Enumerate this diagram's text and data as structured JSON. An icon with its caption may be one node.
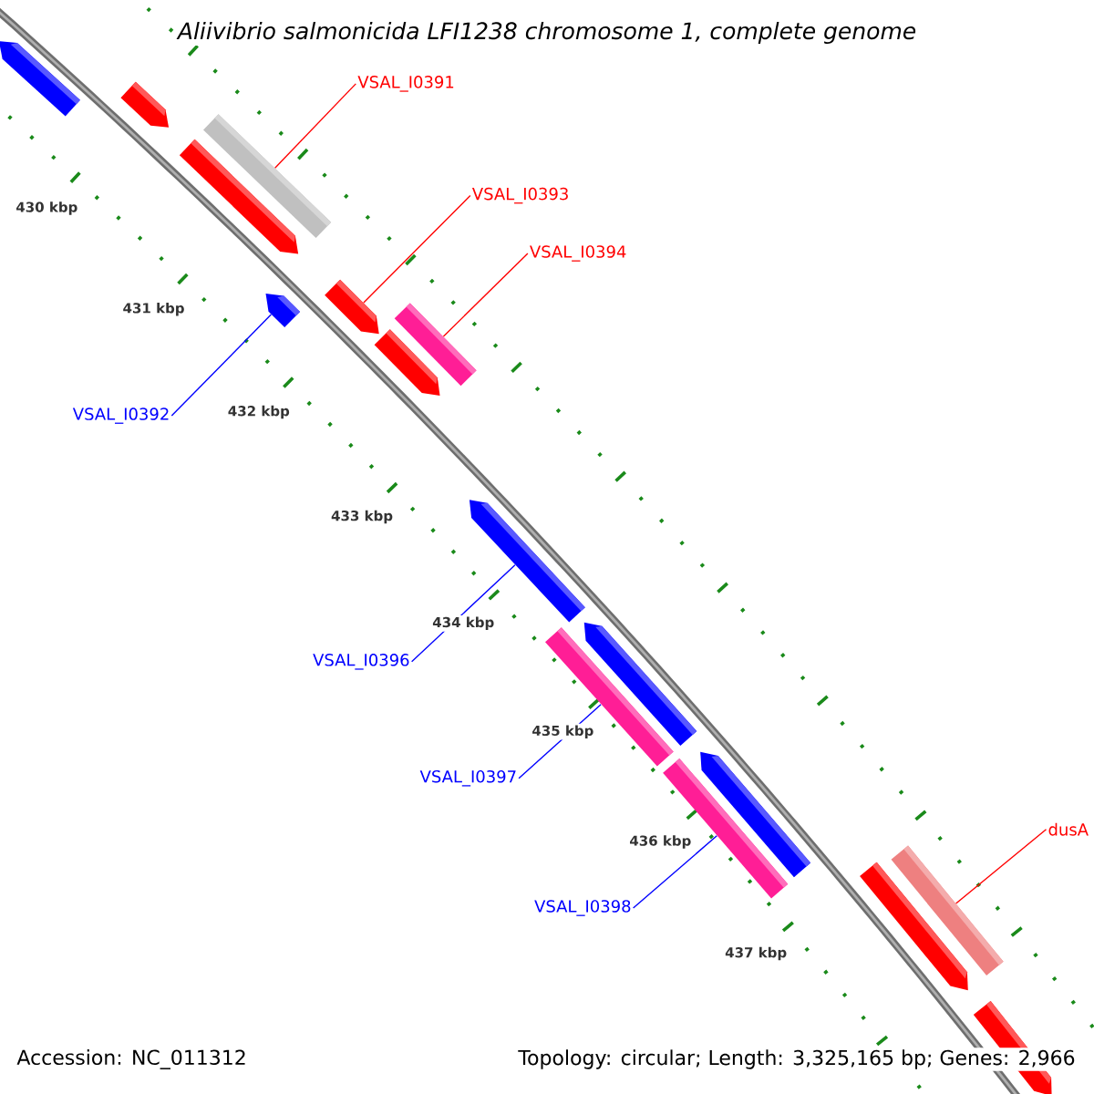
{
  "diagram": {
    "title": "Aliivibrio salmonicida LFI1238 chromosome 1, complete genome",
    "nodes": [
      {
        "text": [
          "VSAL_I0391"
        ]
      },
      {
        "text": [
          "VSAL_I0393"
        ]
      },
      {
        "text": [
          "VSAL_I0394"
        ]
      },
      {
        "text": [
          "VSAL_I0392"
        ]
      },
      {
        "text": [
          "VSAL_I0396"
        ]
      },
      {
        "text": [
          "VSAL_I0397"
        ]
      },
      {
        "text": [
          "VSAL_I0398"
        ]
      },
      {
        "text": [
          "dusA"
        ]
      },
      {
        "text": [],
        "shape": "pentagon"
      },
      {
        "text": [],
        "shape": "pentagon"
      },
      {
        "text": [],
        "shape": "bar"
      },
      {
        "text": [],
        "shape": "pentagon"
      },
      {
        "text": [],
        "shape": "pentagon"
      },
      {
        "text": [],
        "shape": "pentagon"
      },
      {
        "text": [],
        "shape": "bar"
      },
      {
        "text": [],
        "shape": "pentagon"
      },
      {
        "text": [],
        "shape": "pentagon"
      },
      {
        "text": [],
        "shape": "bar"
      },
      {
        "text": [],
        "shape": "pentagon"
      },
      {
        "text": [],
        "shape": "bar"
      },
      {
        "text": [],
        "shape": "pentagon"
      },
      {
        "text": [],
        "shape": "bar"
      },
      {
        "text": [],
        "shape": "pentagon"
      },
      {
        "text": [],
        "shape": "pentagon"
      }
    ],
    "edges": [
      {
        "from": 0,
        "to": 10,
        "arrow": "none",
        "color": "#ff0000"
      },
      {
        "from": 1,
        "to": 13,
        "arrow": "none",
        "color": "#ff0000"
      },
      {
        "from": 2,
        "to": 14,
        "arrow": "none",
        "color": "#ff0000"
      },
      {
        "from": 3,
        "to": 12,
        "arrow": "none",
        "color": "#0000ff"
      },
      {
        "from": 4,
        "to": 16,
        "arrow": "none",
        "color": "#0000ff"
      },
      {
        "from": 5,
        "to": 17,
        "arrow": "none",
        "color": "#0000ff"
      },
      {
        "from": 6,
        "to": 19,
        "arrow": "none",
        "color": "#0000ff"
      },
      {
        "from": 7,
        "to": 21,
        "arrow": "none",
        "color": "#ff0000"
      }
    ],
    "labels": [
      "430 kbp",
      "431 kbp",
      "432 kbp",
      "433 kbp",
      "434 kbp",
      "435 kbp",
      "436 kbp",
      "437 kbp",
      "Accession: NC_011312",
      "Topology: circular; Length: 3,325,165 bp; Genes: 2,966"
    ]
  }
}
